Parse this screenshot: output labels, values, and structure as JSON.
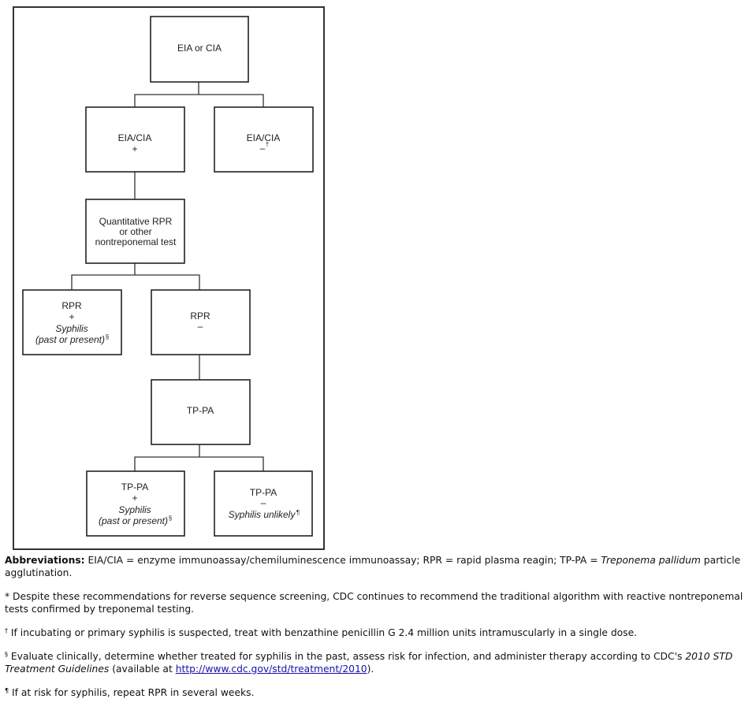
{
  "diagram": {
    "nodes": {
      "eia_or_cia": {
        "label": "EIA or CIA"
      },
      "eia_pos": {
        "line1": "EIA/CIA",
        "line2": "+"
      },
      "eia_neg": {
        "line1": "EIA/CIA",
        "line2": "–",
        "mark": "†"
      },
      "rpr_test": {
        "line1": "Quantitative RPR",
        "line2": "or other",
        "line3": "nontreponemal test"
      },
      "rpr_pos": {
        "line1": "RPR",
        "line2": "+",
        "line3": "Syphilis",
        "line4": "(past or present)",
        "mark": "§"
      },
      "rpr_neg": {
        "line1": "RPR",
        "line2": "–"
      },
      "tppa": {
        "label": "TP-PA"
      },
      "tppa_pos": {
        "line1": "TP-PA",
        "line2": "+",
        "line3": "Syphilis",
        "line4": "(past or present)",
        "mark": "§"
      },
      "tppa_neg": {
        "line1": "TP-PA",
        "line2": "–",
        "line3": "Syphilis unlikely",
        "mark": "¶"
      }
    }
  },
  "notes": {
    "abbrev_label": "Abbreviations:",
    "abbrev_text_1": " EIA/CIA = enzyme immunoassay/chemiluminescence immunoassay; RPR = rapid plasma reagin; TP-PA = ",
    "abbrev_italic": "Treponema pallidum",
    "abbrev_text_2": " particle agglutination.",
    "star_note": "* Despite these recommendations for reverse sequence screening, CDC continues to recommend the traditional algorithm with reactive nontreponemal tests confirmed by treponemal testing.",
    "dagger_mark": "†",
    "dagger_note": " If incubating or primary syphilis is suspected, treat with benzathine penicillin G 2.4 million units intramuscularly in a single dose.",
    "section_mark": "§",
    "section_note_1": " Evaluate clinically, determine whether treated for syphilis in the past, assess risk for infection, and administer therapy according to CDC's ",
    "section_note_italic": "2010 STD Treatment Guidelines",
    "section_note_2": " (available at ",
    "section_link": "http://www.cdc.gov/std/treatment/2010",
    "section_note_3": ").",
    "pilcrow_mark": "¶",
    "pilcrow_note": " If at risk for syphilis, repeat RPR in several weeks."
  }
}
